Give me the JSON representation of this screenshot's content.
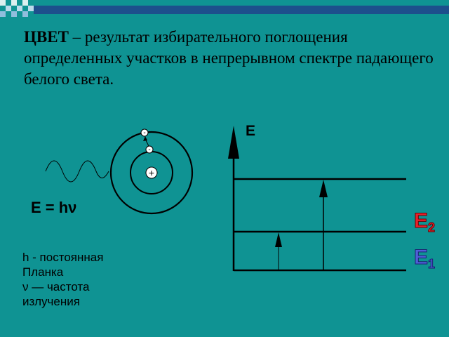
{
  "title": {
    "bold": "ЦВЕТ",
    "rest": " – результат избирательного поглощения определенных участков в непрерывном спектре падающего белого света."
  },
  "atom": {
    "nucleus_sign": "+",
    "electron_sign": "-"
  },
  "formula": "E = hν",
  "legend": [
    "h - постоянная",
    "Планка",
    "ν — частота",
    "излучения"
  ],
  "energy_axis_label": "E",
  "levels": {
    "e2": {
      "letter": "E",
      "sub": "2"
    },
    "e1": {
      "letter": "E",
      "sub": "1"
    }
  },
  "colors": {
    "background": "#0f9393",
    "stripe": "#1d4f8c",
    "e2_label": "#e8202a",
    "e1_label": "#4f5fd8"
  }
}
